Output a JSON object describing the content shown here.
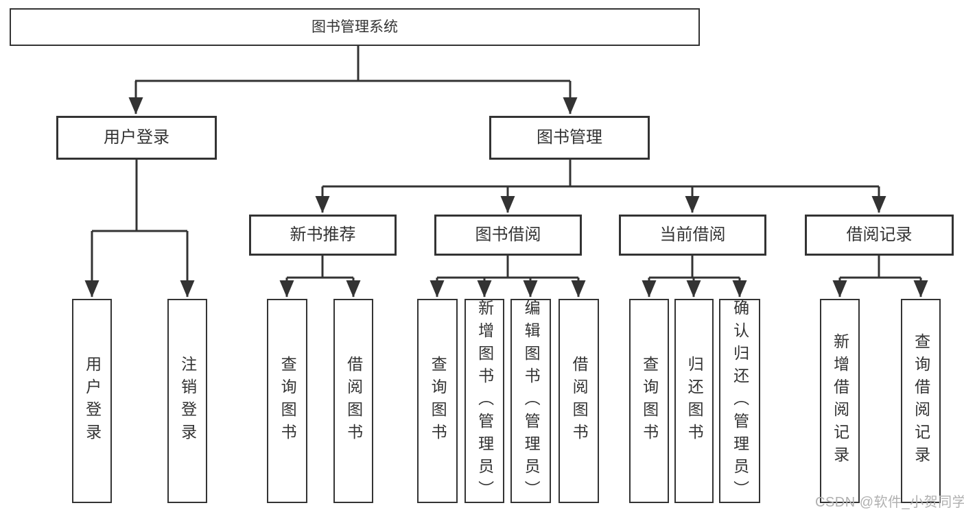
{
  "tree": {
    "root": {
      "label": "图书管理系统"
    },
    "branches": [
      {
        "label": "用户登录",
        "children": [
          {
            "label": "用户登录"
          },
          {
            "label": "注销登录"
          }
        ]
      },
      {
        "label": "图书管理",
        "children": [
          {
            "label": "新书推荐",
            "children": [
              {
                "label": "查询图书"
              },
              {
                "label": "借阅图书"
              }
            ]
          },
          {
            "label": "图书借阅",
            "children": [
              {
                "label": "查询图书"
              },
              {
                "label": "新增图书（管理员）"
              },
              {
                "label": "编辑图书（管理员）"
              },
              {
                "label": "借阅图书"
              }
            ]
          },
          {
            "label": "当前借阅",
            "children": [
              {
                "label": "查询图书"
              },
              {
                "label": "归还图书"
              },
              {
                "label": "确认归还（管理员）"
              }
            ]
          },
          {
            "label": "借阅记录",
            "children": [
              {
                "label": "新增借阅记录"
              },
              {
                "label": "查询借阅记录"
              }
            ]
          }
        ]
      }
    ]
  },
  "watermark": {
    "text": "CSDN @软件_小贺同学",
    "color": "#b0b0b0"
  },
  "colors": {
    "line": "#333333",
    "border": "#333333",
    "text": "#333333",
    "background": "#ffffff"
  }
}
